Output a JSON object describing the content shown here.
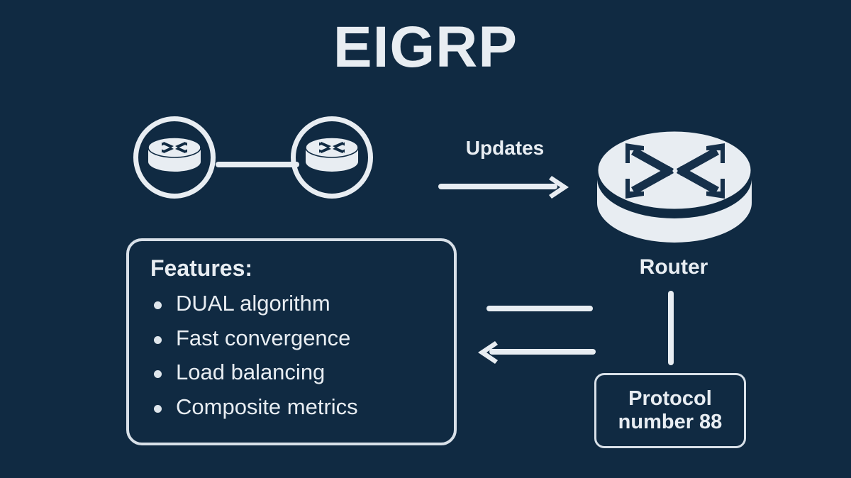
{
  "theme": {
    "background": "#102a42",
    "foreground": "#e8edf2",
    "stroke": "#d8e0e8",
    "icon_fill": "#e8edf2",
    "icon_detail": "#102a42"
  },
  "title": "EIGRP",
  "topology": {
    "router_a_icon": "router-icon",
    "router_b_icon": "router-icon",
    "link_icon": "connection-line"
  },
  "updates": {
    "label": "Updates",
    "arrow_icon": "arrow-right-icon",
    "direction": "right"
  },
  "router_node": {
    "label": "Router",
    "icon": "router-cylinder-icon"
  },
  "connector": {
    "icon": "vertical-line",
    "from": "Router",
    "to": "Protocol number 88"
  },
  "return_flow": {
    "line_icon": "horizontal-line",
    "arrow_icon": "arrow-left-icon",
    "direction": "left"
  },
  "features": {
    "heading": "Features:",
    "items": [
      {
        "label": "DUAL algorithm"
      },
      {
        "label": "Fast convergence"
      },
      {
        "label": "Load balancing"
      },
      {
        "label": "Composite metrics"
      }
    ]
  },
  "protocol": {
    "text": "Protocol\nnumber 88"
  }
}
